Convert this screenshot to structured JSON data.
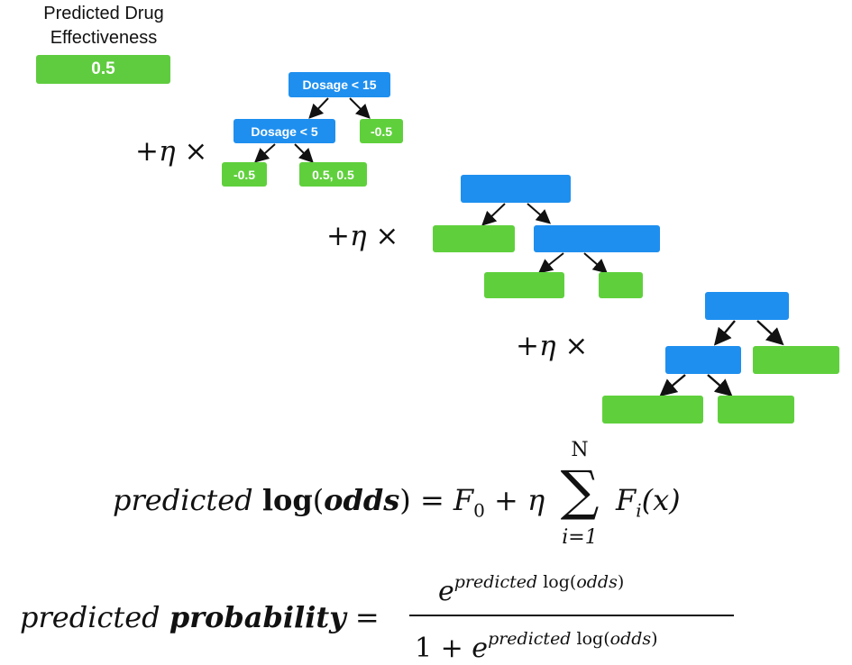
{
  "header": {
    "label_line1": "Predicted Drug",
    "label_line2": "Effectiveness",
    "initial_value": "0.5"
  },
  "tree1": {
    "root": "Dosage < 15",
    "left": "Dosage < 5",
    "right_leaf": "-0.5",
    "leaf_ll": "-0.5",
    "leaf_lr": "0.5, 0.5"
  },
  "multiplier": {
    "plus": "+",
    "eta": "η",
    "times": " ×"
  },
  "equation1": {
    "predicted": "predicted ",
    "log": "log",
    "open": "(",
    "odds": "odds",
    "close": ")",
    "equals": " = ",
    "F": "F",
    "sub0": "0",
    "plus_eta": " + η ",
    "sum": "∑",
    "upper": "N",
    "lower": "i=1",
    "Fi": "F",
    "subi": "i",
    "arg": "(x)"
  },
  "equation2": {
    "predicted": "predicted ",
    "probability": "probability",
    "equals": " = ",
    "num_e": "e",
    "num_exp_pred": "predicted",
    "num_exp_log": " log(",
    "num_exp_odds": "odds",
    "num_exp_close": ")",
    "den_one": "1 + ",
    "den_e": "e",
    "den_exp_pred": "predicted",
    "den_exp_log": " log(",
    "den_exp_odds": "odds",
    "den_exp_close": ")"
  },
  "colors": {
    "node_blue": "#1e8fef",
    "leaf_green": "#5fd03c"
  }
}
